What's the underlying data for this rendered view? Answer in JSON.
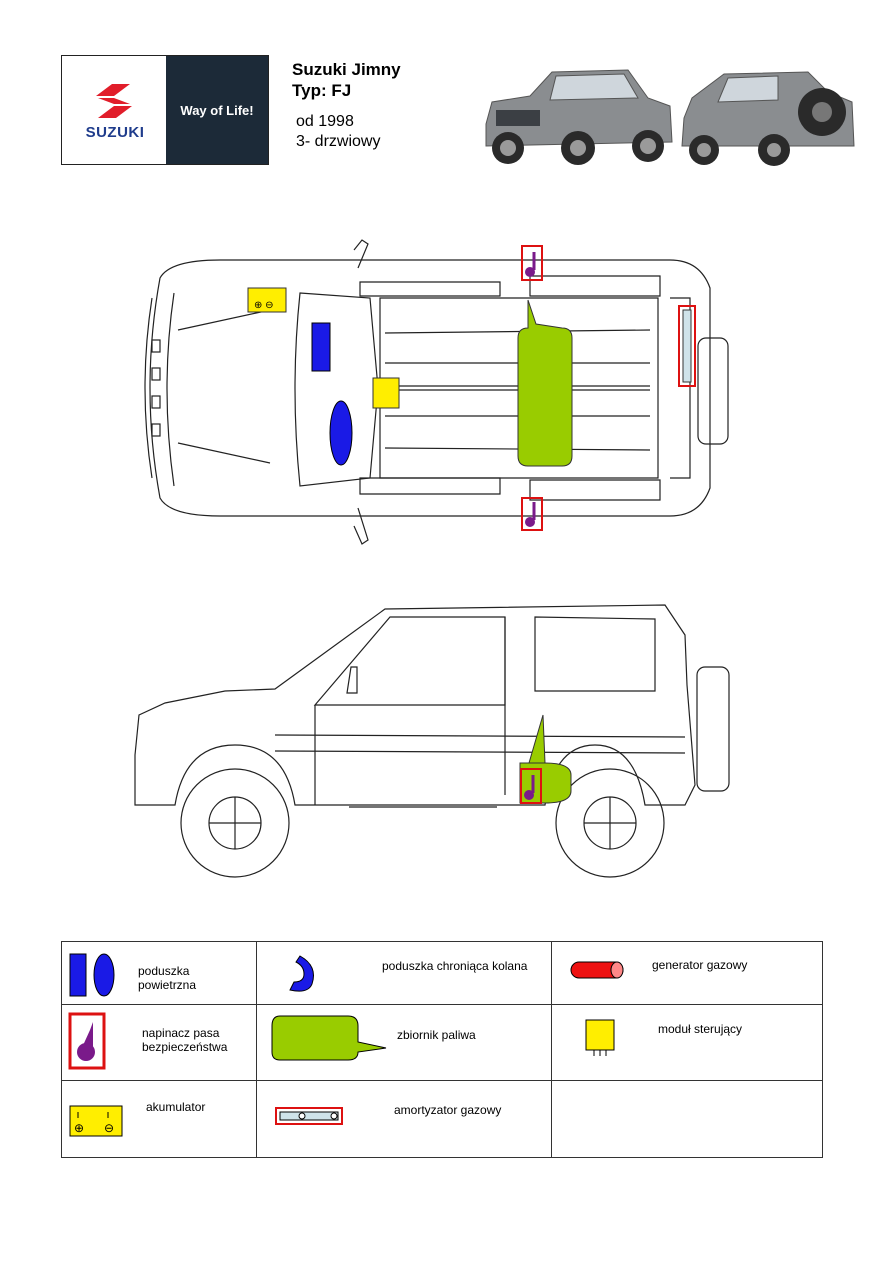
{
  "header": {
    "brand": "SUZUKI",
    "slogan": "Way of Life!",
    "model": "Suzuki Jimny",
    "type": "Typ: FJ",
    "year": "od 1998",
    "doors": "3- drzwiowy"
  },
  "legend": {
    "airbag": "poduszka\npowietrzna",
    "knee_airbag": "poduszka chroniąca kolana",
    "gas_generator": "generator gazowy",
    "belt_tensioner": "napinacz pasa\nbezpieczeństwa",
    "fuel_tank": "zbiornik paliwa",
    "control_module": "moduł sterujący",
    "battery": "akumulator",
    "gas_strut": "amortyzator gazowy"
  },
  "colors": {
    "airbag": "#1a1ae6",
    "knee_airbag": "#1a1ae6",
    "gas_generator": "#ee1111",
    "belt_tensioner": "#7a1a8a",
    "fuel_tank": "#99cc00",
    "control_module": "#ffee00",
    "battery": "#ffee00",
    "highlight_border": "#dd1111",
    "logo_red": "#e11d2a",
    "logo_blue": "#1f3c8c",
    "logo_dark": "#1c2a38"
  }
}
